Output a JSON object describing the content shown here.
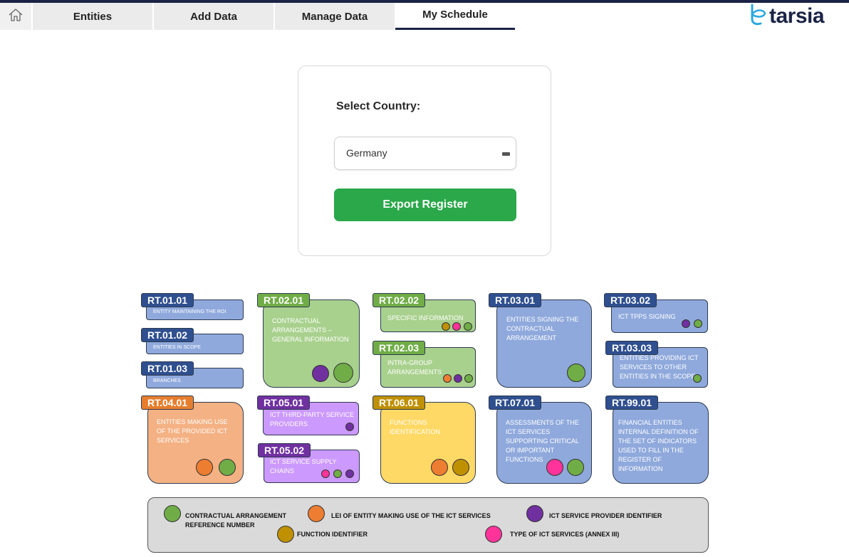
{
  "nav": {
    "tabs": [
      {
        "label": "Entities"
      },
      {
        "label": "Add Data"
      },
      {
        "label": "Manage Data"
      },
      {
        "label": "My Schedule"
      }
    ],
    "active_tab": "My Schedule",
    "logo": "tarsia"
  },
  "form": {
    "label": "Select Country:",
    "country": "Germany",
    "button": "Export Register"
  },
  "colors": {
    "blue": "#8fa9dc",
    "green": "#a9d18e",
    "orange": "#f4b183",
    "purple": "#cc99ff",
    "yellow": "#ffd966",
    "dot_green": "#70ad47",
    "dot_orange": "#ed7d31",
    "dot_purple": "#7030a0",
    "dot_gold": "#bf9000",
    "dot_pink": "#ff3399"
  },
  "templates": [
    {
      "code": "RT.01.01",
      "text": "ENTITY MAINTAINING THE ROI"
    },
    {
      "code": "RT.01.02",
      "text": "ENTITIES IN SCOPE"
    },
    {
      "code": "RT.01.03",
      "text": "BRANCHES"
    },
    {
      "code": "RT.02.01",
      "text": "CONTRACTUAL ARRANGEMENTS – GENERAL INFORMATION"
    },
    {
      "code": "RT.02.02",
      "text": "SPECIFIC INFORMATION"
    },
    {
      "code": "RT.02.03",
      "text": "INTRA-GROUP ARRANGEMENTS"
    },
    {
      "code": "RT.03.01",
      "text": "ENTITIES SIGNING THE CONTRACTUAL ARRANGEMENT"
    },
    {
      "code": "RT.03.02",
      "text": "ICT TPPs SIGNING"
    },
    {
      "code": "RT.03.03",
      "text": "ENTITIES PROVIDING ICT SERVICES TO OTHER ENTITIES IN THE SCOPE"
    },
    {
      "code": "RT.04.01",
      "text": "ENTITIES MAKING USE OF THE PROVIDED ICT SERVICES"
    },
    {
      "code": "RT.05.01",
      "text": "ICT THIRD-PARTY SERVICE PROVIDERS"
    },
    {
      "code": "RT.05.02",
      "text": "ICT SERVICE SUPPLY CHAINS"
    },
    {
      "code": "RT.06.01",
      "text": "FUNCTIONS IDENTIFICATION"
    },
    {
      "code": "RT.07.01",
      "text": "ASSESSMENTS OF THE ICT SERVICES SUPPORTING CRITICAL OR IMPORTANT FUNCTIONS"
    },
    {
      "code": "RT.99.01",
      "text": "FINANCIAL ENTITIES INTERNAL DEFINITION OF THE SET OF INDICATORS USED TO FILL IN THE REGISTER OF INFORMATION"
    }
  ],
  "legend": [
    {
      "color": "green",
      "label": "CONTRACTUAL ARRANGEMENT REFERENCE NUMBER"
    },
    {
      "color": "orange",
      "label": "LEI OF ENTITY MAKING USE OF THE ICT SERVICES"
    },
    {
      "color": "purple",
      "label": "ICT SERVICE PROVIDER IDENTIFIER"
    },
    {
      "color": "gold",
      "label": "FUNCTION IDENTIFIER"
    },
    {
      "color": "pink",
      "label": "TYPE OF ICT SERVICES (ANNEX III)"
    }
  ]
}
